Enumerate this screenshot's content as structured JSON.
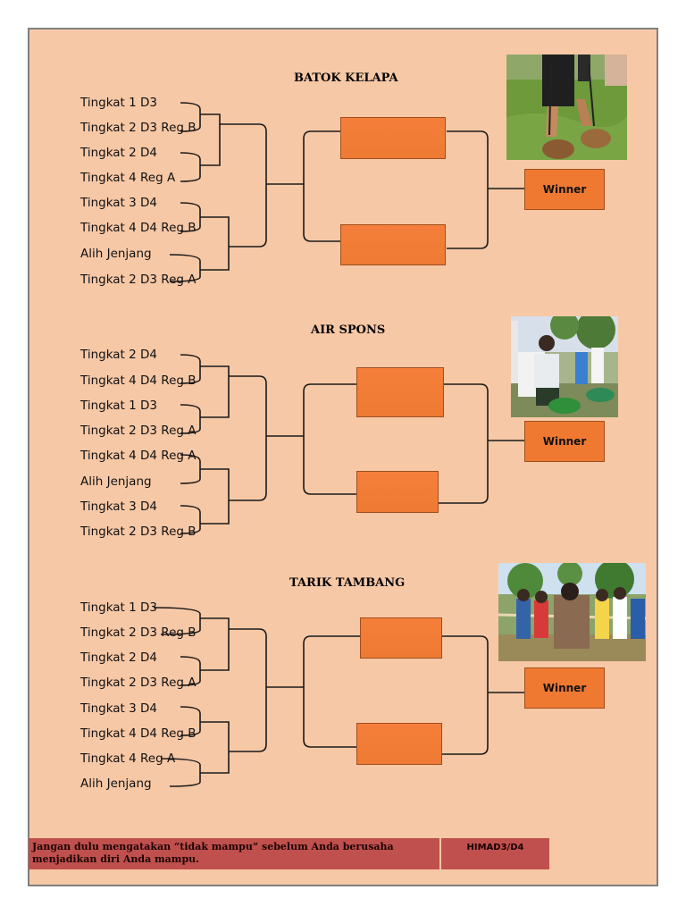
{
  "brackets": [
    {
      "title": "BATOK KELAPA",
      "teams": [
        "Tingkat 1 D3",
        "Tingkat 2 D3 Reg B",
        "Tingkat 2 D4",
        "Tingkat 4 Reg A",
        "Tingkat 3 D4",
        "Tingkat 4 D4 Reg B",
        "Alih Jenjang",
        "Tingkat 2 D3 Reg A"
      ],
      "winner": "Winner",
      "photo": "coconut-shell-stilts-photo"
    },
    {
      "title": "AIR SPONS",
      "teams": [
        "Tingkat 2 D4",
        "Tingkat 4 D4 Reg B",
        "Tingkat 1 D3",
        "Tingkat 2 D3 Reg A",
        "Tingkat 4 D4 Reg A",
        "Alih Jenjang",
        "Tingkat 3 D4",
        "Tingkat 2 D3 Reg B"
      ],
      "winner": "Winner",
      "photo": "sponge-water-game-photo"
    },
    {
      "title": "TARIK TAMBANG",
      "teams": [
        "Tingkat 1 D3",
        "Tingkat 2 D3 Reg B",
        "Tingkat 2 D4",
        "Tingkat 2 D3 Reg A",
        "Tingkat 3 D4",
        "Tingkat 4 D4 Reg B",
        "Tingkat 4 Reg A",
        "Alih Jenjang"
      ],
      "winner": "Winner",
      "photo": "tug-of-war-photo"
    }
  ],
  "footer": {
    "quote": "Jangan dulu mengatakan “tidak mampu” sebelum Anda berusaha menjadikan diri Anda mampu.",
    "org": "HIMAD3/D4"
  },
  "colors": {
    "page": "#f7c8a6",
    "box": "#f07932",
    "footer": "#c0504d"
  }
}
